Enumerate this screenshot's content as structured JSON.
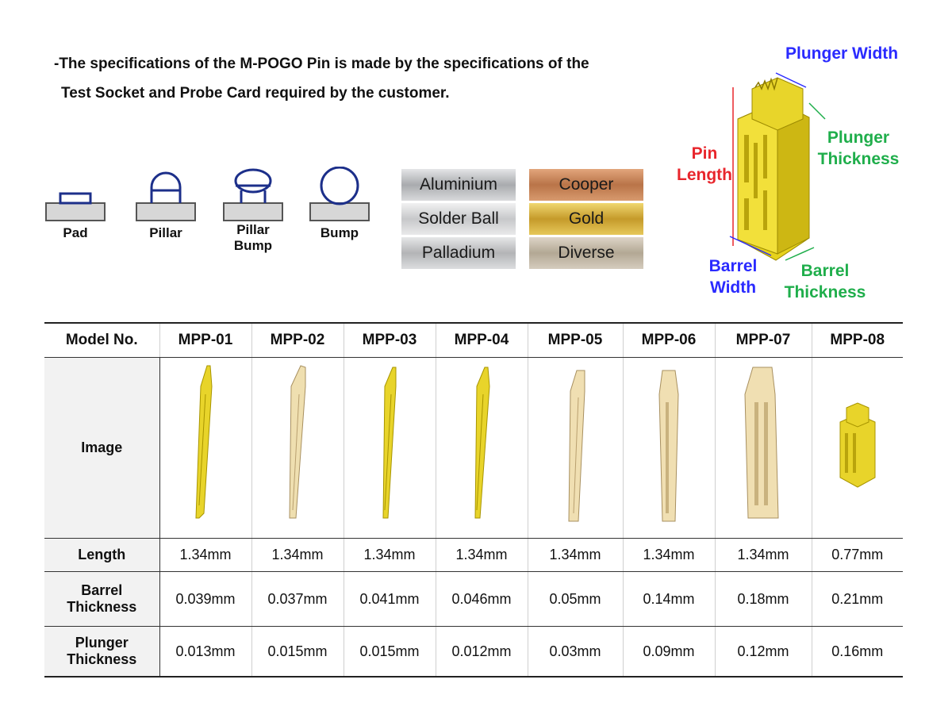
{
  "intro": {
    "line1": "-The specifications of the M-POGO Pin is made by the specifications of the",
    "line2": "Test Socket and Probe Card required by the customer."
  },
  "contacts": [
    {
      "label": "Pad",
      "icon": "pad-icon"
    },
    {
      "label": "Pillar",
      "icon": "pillar-icon"
    },
    {
      "label": "Pillar Bump",
      "icon": "pillar-bump-icon"
    },
    {
      "label": "Bump",
      "icon": "bump-icon"
    }
  ],
  "materials": [
    {
      "label": "Aluminium",
      "color": "#c4c6c9"
    },
    {
      "label": "Cooper",
      "color": "#c98e62"
    },
    {
      "label": "Solder Ball",
      "color": "#d8d9db"
    },
    {
      "label": "Gold",
      "color": "#d8b548"
    },
    {
      "label": "Palladium",
      "color": "#c9cacc"
    },
    {
      "label": "Diverse",
      "color": "#c8beb0"
    }
  ],
  "diagram": {
    "plunger_width": "Plunger Width",
    "plunger_thickness": "Plunger Thickness",
    "pin_length": "Pin Length",
    "barrel_width": "Barrel Width",
    "barrel_thickness": "Barrel Thickness",
    "colors": {
      "blue": "#2a2aff",
      "green": "#1fae4b",
      "red": "#e8262c",
      "pin": "#f2e03a"
    }
  },
  "table": {
    "header_label": "Model No.",
    "models": [
      "MPP-01",
      "MPP-02",
      "MPP-03",
      "MPP-04",
      "MPP-05",
      "MPP-06",
      "MPP-07",
      "MPP-08"
    ],
    "image_label": "Image",
    "length_label": "Length",
    "barrel_label": "Barrel Thickness",
    "plunger_label": "Plunger Thickness",
    "length": [
      "1.34mm",
      "1.34mm",
      "1.34mm",
      "1.34mm",
      "1.34mm",
      "1.34mm",
      "1.34mm",
      "0.77mm"
    ],
    "barrel": [
      "0.039mm",
      "0.037mm",
      "0.041mm",
      "0.046mm",
      "0.05mm",
      "0.14mm",
      "0.18mm",
      "0.21mm"
    ],
    "plunger": [
      "0.013mm",
      "0.015mm",
      "0.015mm",
      "0.012mm",
      "0.03mm",
      "0.09mm",
      "0.12mm",
      "0.16mm"
    ]
  }
}
